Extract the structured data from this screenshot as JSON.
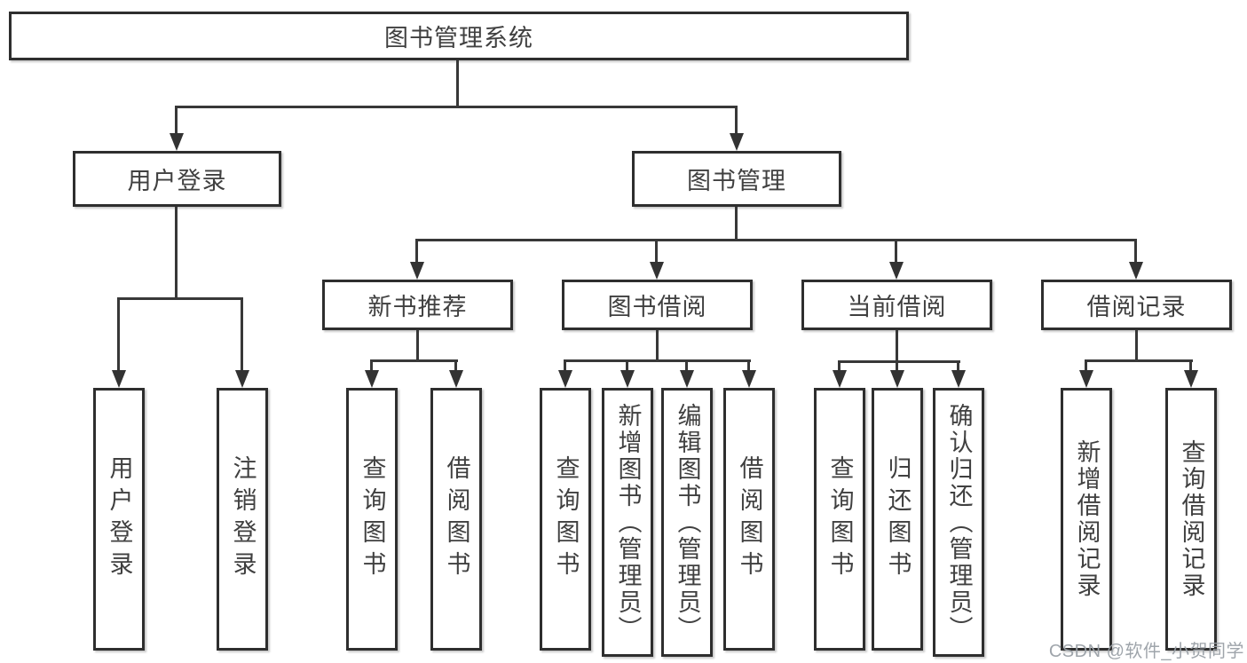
{
  "tree": {
    "root": {
      "label": "图书管理系统"
    },
    "level2": [
      {
        "label": "用户登录",
        "children": [
          "用户登录",
          "注销登录"
        ]
      },
      {
        "label": "图书管理"
      }
    ],
    "level3": [
      {
        "label": "新书推荐",
        "children": [
          "查询图书",
          "借阅图书"
        ]
      },
      {
        "label": "图书借阅",
        "children": [
          "查询图书",
          "新增图书（管理员）",
          "编辑图书（管理员）",
          "借阅图书"
        ]
      },
      {
        "label": "当前借阅",
        "children": [
          "查询图书",
          "归还图书",
          "确认归还（管理员）"
        ]
      },
      {
        "label": "借阅记录",
        "children": [
          "新增借阅记录",
          "查询借阅记录"
        ]
      }
    ]
  },
  "watermark": "CSDN @软件_小贺同学",
  "colors": {
    "background": "#ffffff",
    "line": "#383838",
    "node_border": "#2e2e2e",
    "node_text": "#404040",
    "watermark_text": "#9aa0a6"
  }
}
